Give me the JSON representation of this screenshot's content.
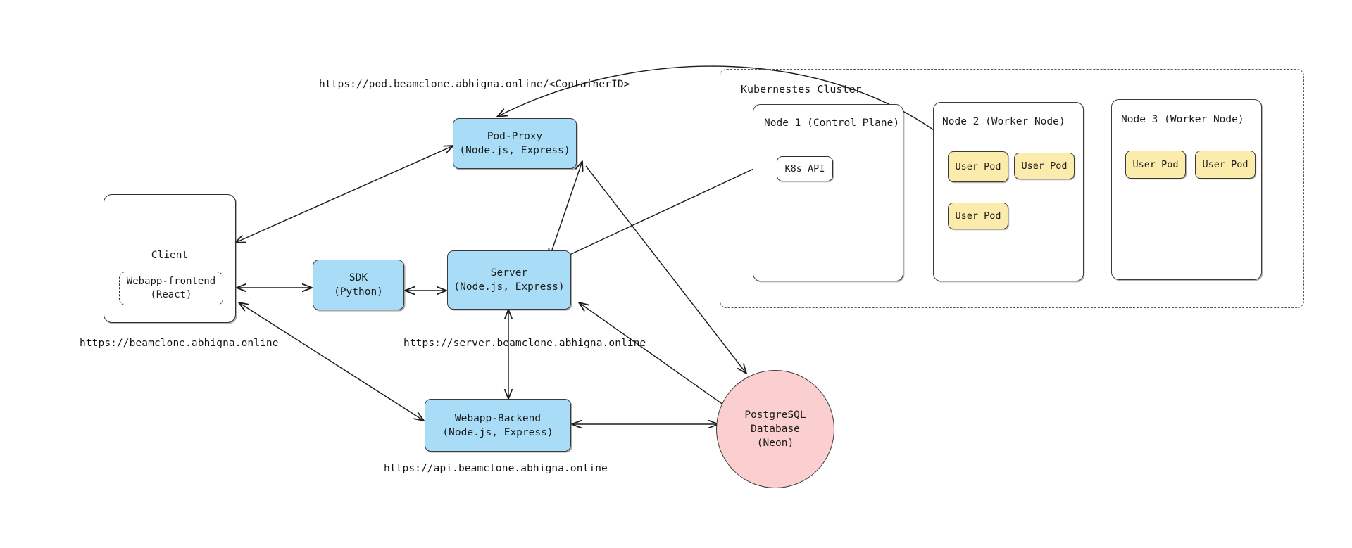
{
  "diagram": {
    "title": "Beamclone system architecture",
    "background": "#ffffff",
    "colors": {
      "blue_service": "#a9dcf6",
      "yellow_pod": "#fcecab",
      "pink_database": "#fbcfcf",
      "white_container": "#ffffff",
      "stroke": "#3a3a3a"
    }
  },
  "client": {
    "title": "Client",
    "frontend": {
      "line1": "Webapp-frontend",
      "line2": "(React)"
    },
    "url": "https://beamclone.abhigna.online"
  },
  "services": {
    "pod_proxy": {
      "line1": "Pod-Proxy",
      "line2": "(Node.js, Express)",
      "url": "https://pod.beamclone.abhigna.online/<ContainerID>"
    },
    "sdk": {
      "line1": "SDK",
      "line2": "(Python)"
    },
    "server": {
      "line1": "Server",
      "line2": "(Node.js, Express)",
      "url": "https://server.beamclone.abhigna.online"
    },
    "webapp_backend": {
      "line1": "Webapp-Backend",
      "line2": "(Node.js, Express)",
      "url": "https://api.beamclone.abhigna.online"
    }
  },
  "database": {
    "line1": "PostgreSQL",
    "line2": "Database",
    "line3": "(Neon)"
  },
  "cluster": {
    "title": "Kubernestes Cluster",
    "nodes": [
      {
        "title": "Node 1 (Control Plane)",
        "components": [
          "K8s API"
        ],
        "pods": []
      },
      {
        "title": "Node 2 (Worker Node)",
        "components": [],
        "pods": [
          "User Pod",
          "User Pod",
          "User Pod"
        ]
      },
      {
        "title": "Node 3 (Worker Node)",
        "components": [],
        "pods": [
          "User Pod",
          "User Pod"
        ]
      }
    ]
  },
  "connections": [
    {
      "from": "Client",
      "to": "Pod-Proxy",
      "direction": "both"
    },
    {
      "from": "Client",
      "to": "SDK",
      "direction": "both"
    },
    {
      "from": "SDK",
      "to": "Server",
      "direction": "both"
    },
    {
      "from": "Client",
      "to": "Webapp-Backend",
      "direction": "both"
    },
    {
      "from": "Server",
      "to": "Webapp-Backend",
      "direction": "both"
    },
    {
      "from": "Server",
      "to": "K8s API",
      "direction": "to"
    },
    {
      "from": "Server",
      "to": "Pod-Proxy",
      "direction": "both"
    },
    {
      "from": "Pod-Proxy",
      "to": "PostgreSQL Database",
      "direction": "to"
    },
    {
      "from": "Server",
      "to": "PostgreSQL Database",
      "direction": "both"
    },
    {
      "from": "Webapp-Backend",
      "to": "PostgreSQL Database",
      "direction": "both"
    },
    {
      "from": "Node 2 User Pod",
      "to": "Pod-Proxy",
      "direction": "both"
    }
  ]
}
